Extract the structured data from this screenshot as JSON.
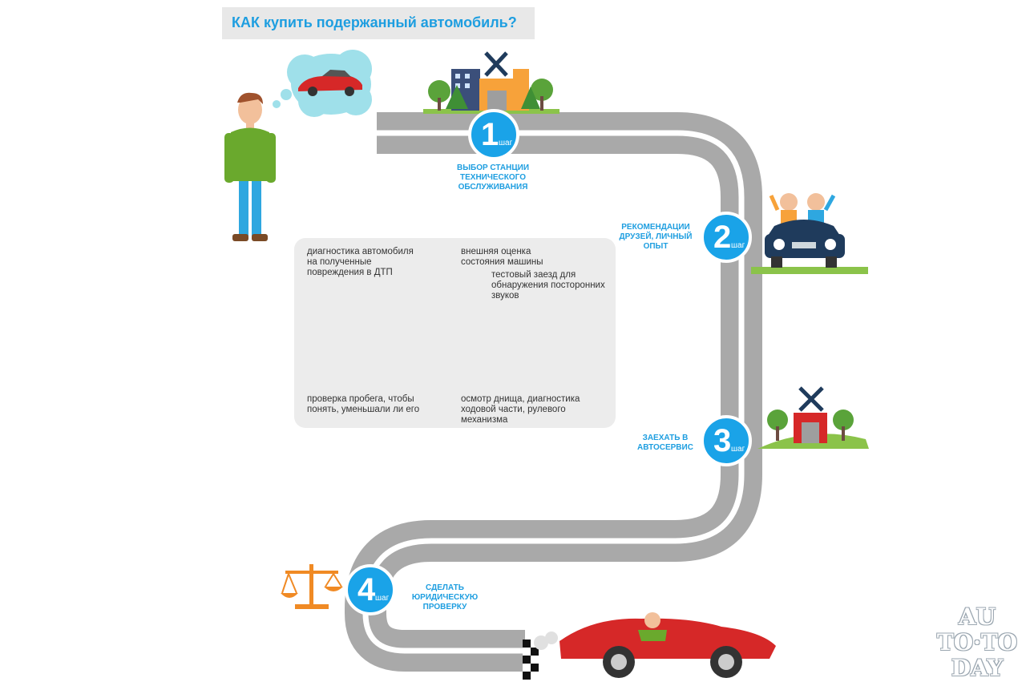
{
  "title": "КАК купить подержанный автомобиль?",
  "step_word": "шаг",
  "steps": [
    {
      "number": "1",
      "label_lines": [
        "ВЫБОР СТАНЦИИ",
        "ТЕХНИЧЕСКОГО",
        "ОБСЛУЖИВАНИЯ"
      ]
    },
    {
      "number": "2",
      "label_lines": [
        "РЕКОМЕНДАЦИИ",
        "ДРУЗЕЙ, ЛИЧНЫЙ",
        "ОПЫТ"
      ]
    },
    {
      "number": "3",
      "label_lines": [
        "ЗАЕХАТЬ В",
        "АВТОСЕРВИС"
      ]
    },
    {
      "number": "4",
      "label_lines": [
        "СДЕЛАТЬ",
        "ЮРИДИЧЕСКУЮ",
        "ПРОВЕРКУ"
      ]
    }
  ],
  "inspection_notes": [
    {
      "lines": [
        "диагностика автомобиля",
        "на полученные",
        "повреждения в ДТП"
      ]
    },
    {
      "lines": [
        "внешняя оценка",
        "состояния машины"
      ]
    },
    {
      "lines": [
        "тестовый заезд для",
        "обнаружения посторонних",
        "звуков"
      ]
    },
    {
      "lines": [
        "проверка пробега, чтобы",
        "понять, уменьшали ли его"
      ]
    },
    {
      "lines": [
        "осмотр днища, диагностика",
        "ходовой части, рулевого",
        "механизма"
      ]
    }
  ],
  "watermark": {
    "lines": [
      "AU",
      "TO·TO",
      "DAY"
    ]
  },
  "colors": {
    "accent": "#1aa3e8",
    "road": "#a9a9a9",
    "grass": "#8bc34a",
    "blue_car": "#1e88d8",
    "red_car": "#d62828",
    "shirt": "#6aa92d"
  }
}
